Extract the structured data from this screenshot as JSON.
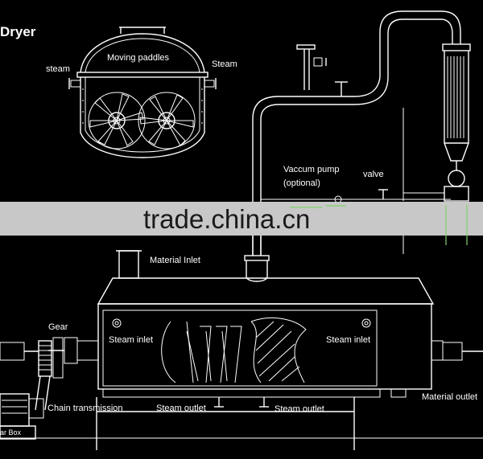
{
  "title": "Dryer",
  "labels": {
    "steam_left": "steam",
    "moving_paddles": "Moving paddles",
    "steam_right": "Steam",
    "vacuum_pump": "Vaccum pump",
    "optional": "(optional)",
    "valve": "valve",
    "material_inlet": "Material Inlet",
    "gear": "Gear",
    "steam_inlet_left": "Steam inlet",
    "steam_inlet_right": "Steam inlet",
    "chain_transmission": "Chain transmission",
    "steam_outlet_left": "Steam outlet",
    "steam_outlet_right": "Steam outlet",
    "material_outlet": "Material outlet",
    "gear_box": "ar Box"
  },
  "watermark": "trade.china.cn",
  "colors": {
    "background": "#000000",
    "line": "#ffffff",
    "accent": "#7fd36a",
    "watermark_band": "#c8c8c8"
  }
}
